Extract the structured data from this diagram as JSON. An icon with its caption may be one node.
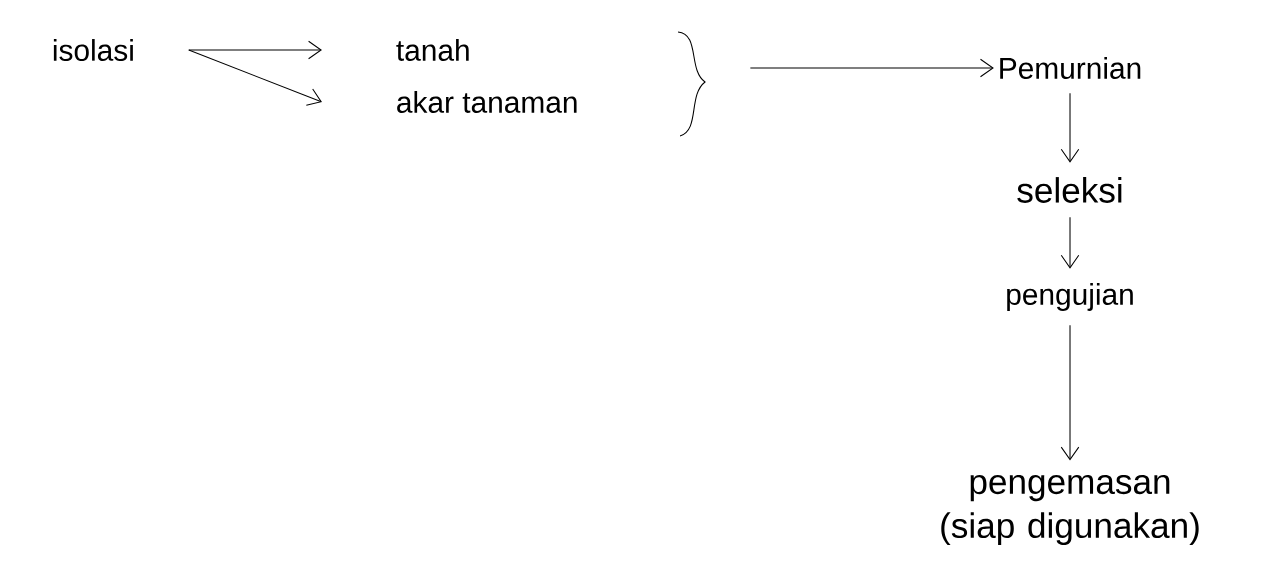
{
  "diagram": {
    "nodes": [
      {
        "text": [
          "isolasi"
        ]
      },
      {
        "text": [],
        "shape": "brace"
      },
      {
        "text": [
          "tanah"
        ]
      },
      {
        "text": [
          "akar tanaman"
        ]
      },
      {
        "text": [
          "Pemurnian"
        ]
      },
      {
        "text": [
          "seleksi"
        ]
      },
      {
        "text": [
          "pengujian"
        ]
      },
      {
        "text": [
          "pengemasan (siap digunakan)"
        ]
      }
    ],
    "edges": [
      {
        "from": 0,
        "to": 2,
        "arrow": "to"
      },
      {
        "from": 0,
        "to": 3,
        "arrow": "to"
      },
      {
        "from": 1,
        "to": 4,
        "arrow": "to"
      },
      {
        "from": 4,
        "to": 5,
        "arrow": "to"
      },
      {
        "from": 5,
        "to": 6,
        "arrow": "to"
      },
      {
        "from": 6,
        "to": 7,
        "arrow": "to"
      }
    ]
  }
}
